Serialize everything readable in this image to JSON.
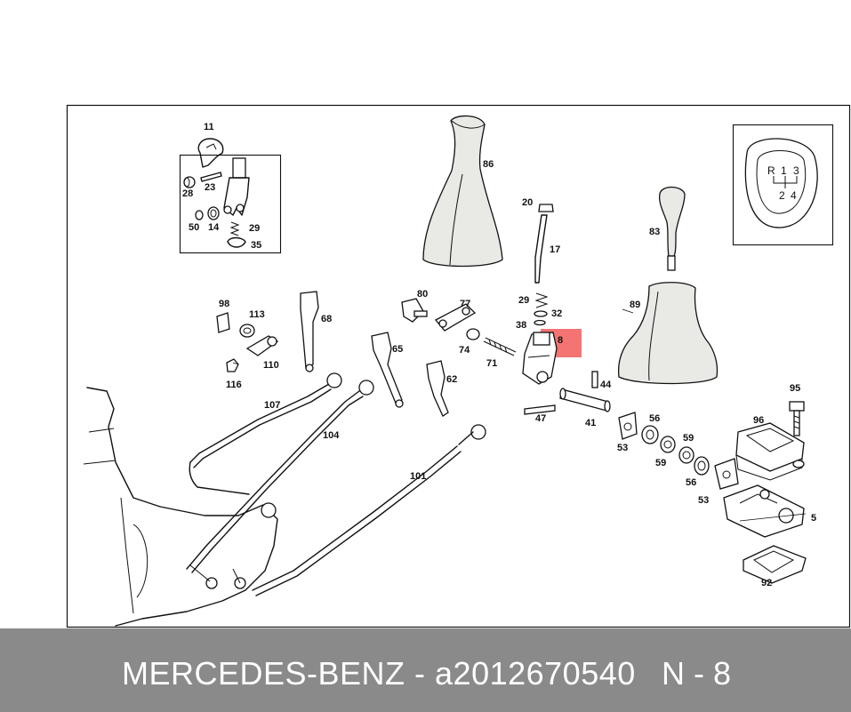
{
  "highlight": {
    "part": "8",
    "color": "#f25a5a"
  },
  "callouts": {
    "p11": "11",
    "p23": "23",
    "p28": "28",
    "p50": "50",
    "p14": "14",
    "p29a": "29",
    "p35": "35",
    "p86": "86",
    "p20": "20",
    "p17": "17",
    "p29b": "29",
    "p32": "32",
    "p38": "38",
    "p8": "8",
    "p83": "83",
    "p89": "89",
    "p98": "98",
    "p113": "113",
    "p68": "68",
    "p110": "110",
    "p116": "116",
    "p80": "80",
    "p77": "77",
    "p74": "74",
    "p71": "71",
    "p65": "65",
    "p62": "62",
    "p107": "107",
    "p104": "104",
    "p101": "101",
    "p44": "44",
    "p47": "47",
    "p41": "41",
    "p95": "95",
    "p96": "96",
    "p56a": "56",
    "p53a": "53",
    "p59a": "59",
    "p59b": "59",
    "p56b": "56",
    "p53b": "53",
    "p5": "5",
    "p92": "92"
  },
  "shift_pattern": {
    "r": "R",
    "one": "1",
    "three": "3",
    "two": "2",
    "four": "4"
  },
  "footer": {
    "brand": "MERCEDES-BENZ - a2012670540",
    "position": "N - 8"
  },
  "colors": {
    "footer_bg": "#8a8a8a",
    "footer_text": "#ffffff"
  }
}
